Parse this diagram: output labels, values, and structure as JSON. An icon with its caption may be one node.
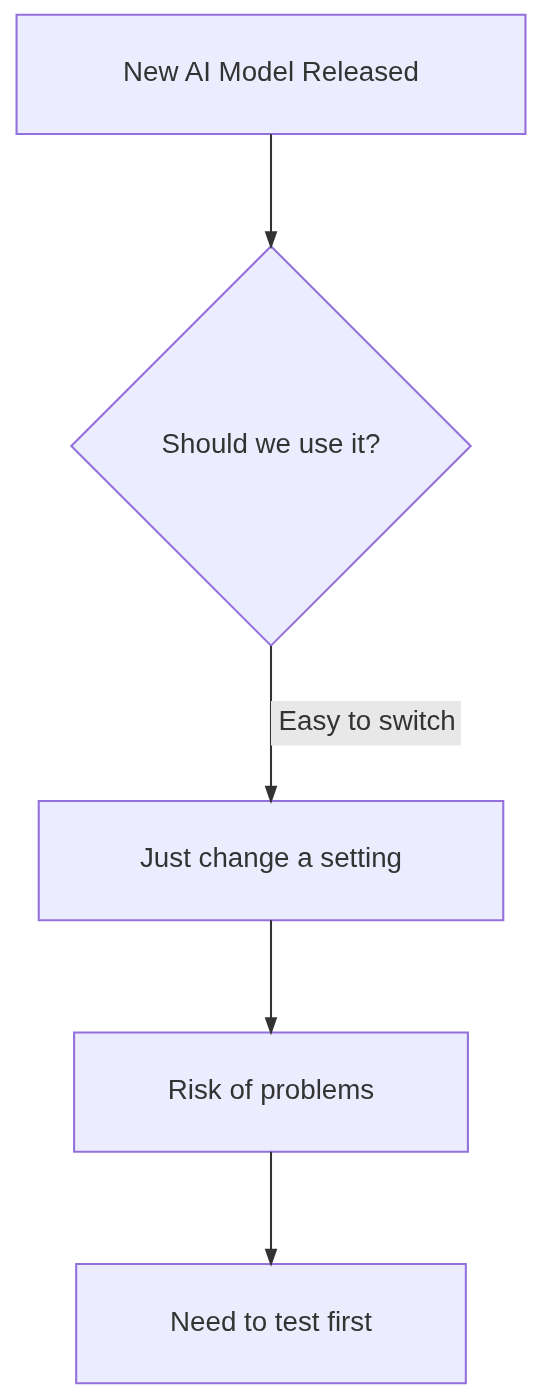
{
  "diagram": {
    "nodes": [
      {
        "text": [
          "New AI Model Released"
        ]
      },
      {
        "text": [
          "Should we use it?"
        ]
      },
      {
        "text": [
          "Just change a setting"
        ]
      },
      {
        "text": [
          "Risk of problems"
        ]
      },
      {
        "text": [
          "Need to test first"
        ]
      }
    ],
    "edges": [
      {
        "from": 0,
        "to": 1,
        "arrow": "to"
      },
      {
        "from": 1,
        "to": 2,
        "arrow": "to",
        "label": "Easy to switch"
      },
      {
        "from": 2,
        "to": 3,
        "arrow": "to"
      },
      {
        "from": 3,
        "to": 4,
        "arrow": "to"
      }
    ]
  }
}
